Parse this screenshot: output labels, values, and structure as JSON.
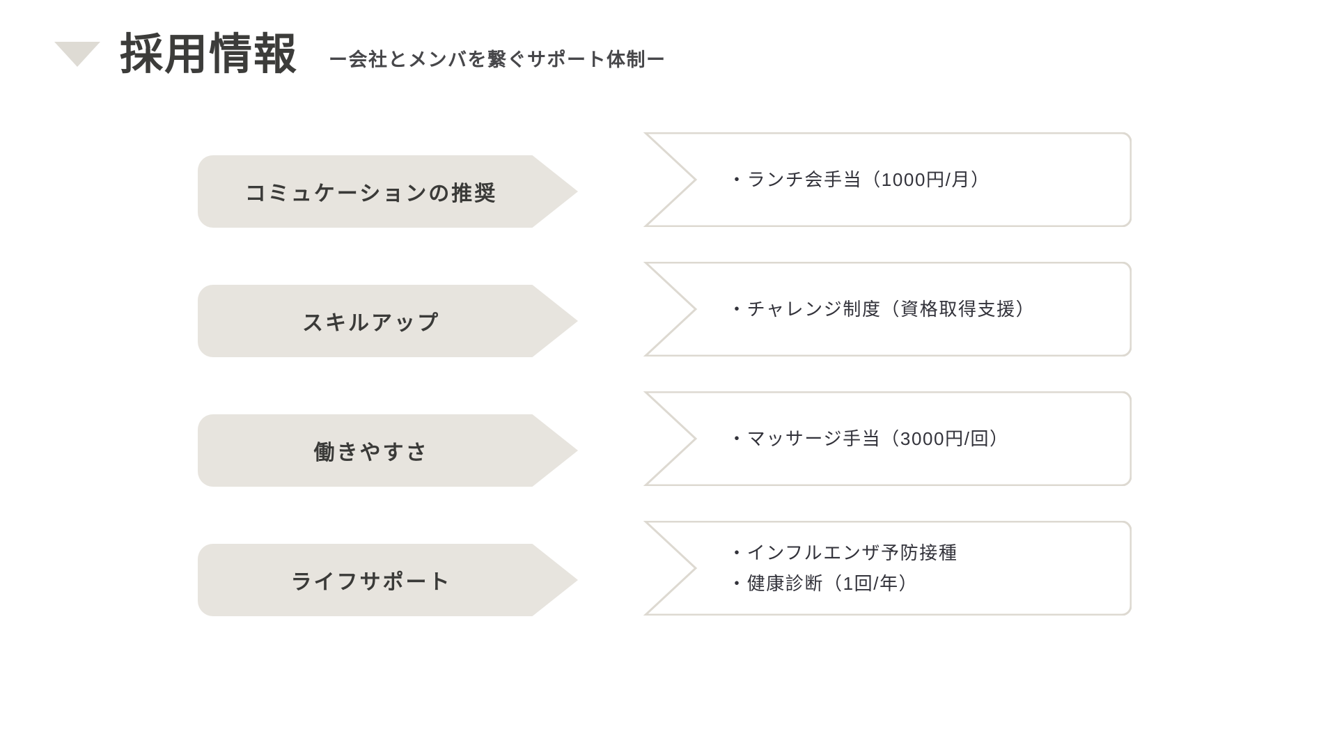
{
  "slide": {
    "title": "採用情報",
    "subtitle": "ー会社とメンバを繋ぐサポート体制ー",
    "marker_icon": "triangle-down-icon",
    "colors": {
      "background": "#ffffff",
      "tag_fill": "#e7e4de",
      "box_border": "#ddd9d1",
      "title_text": "#3c3c3a",
      "body_text": "#32323a",
      "marker": "#dedbd4"
    }
  },
  "rows": [
    {
      "label": "コミュケーションの推奨",
      "items": [
        "・ランチ会手当（1000円/月）"
      ]
    },
    {
      "label": "スキルアップ",
      "items": [
        "・チャレンジ制度（資格取得支援）"
      ]
    },
    {
      "label": "働きやすさ",
      "items": [
        "・マッサージ手当（3000円/回）"
      ]
    },
    {
      "label": "ライフサポート",
      "items": [
        "・インフルエンザ予防接種",
        "・健康診断（1回/年）"
      ]
    }
  ]
}
